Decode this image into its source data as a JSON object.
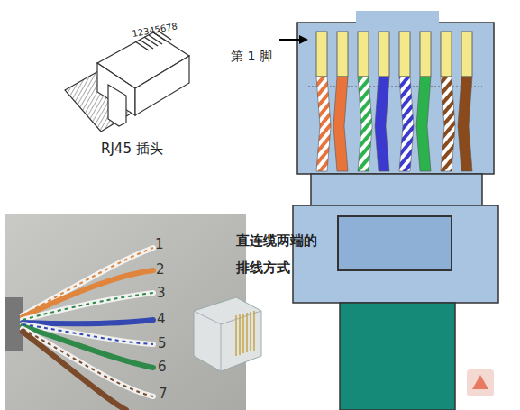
{
  "diagram": {
    "labels": [
      "12345678",
      "RJ45 插头",
      "第 1 脚",
      "直连缆两端的 排线方式",
      "1",
      "2",
      "3",
      "4",
      "5",
      "6",
      "7"
    ]
  }
}
